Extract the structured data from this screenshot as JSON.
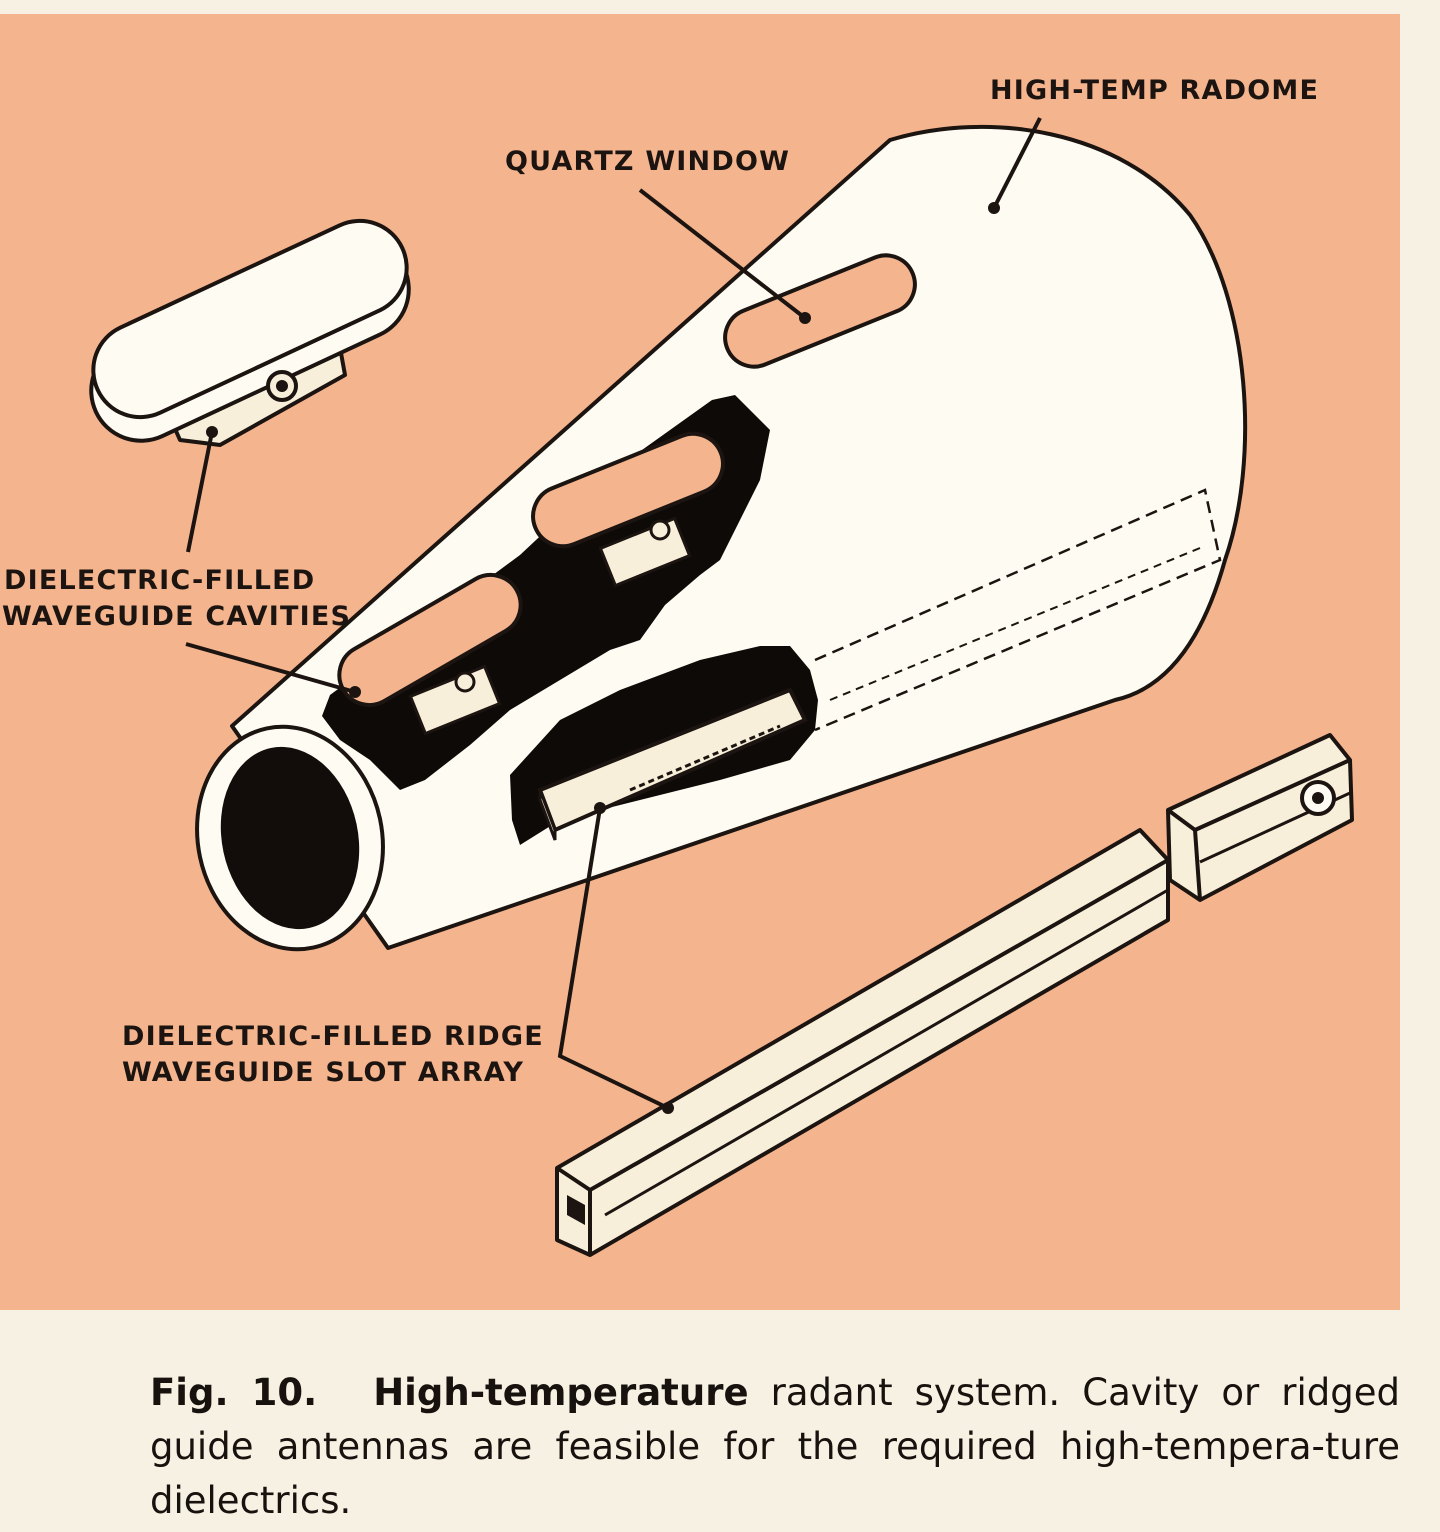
{
  "labels": {
    "radome": "HIGH-TEMP RADOME",
    "quartz_window": "QUARTZ WINDOW",
    "cavities_line1": "DIELECTRIC-FILLED",
    "cavities_line2": "WAVEGUIDE CAVITIES",
    "slot_array_line1": "DIELECTRIC-FILLED RIDGE",
    "slot_array_line2": "WAVEGUIDE SLOT ARRAY"
  },
  "caption": {
    "fig_number": "Fig. 10.",
    "bold_lead": "High-temperature",
    "text": " radant system. Cavity or ridged guide antennas are feasible for the required high-tempera-ture dielectrics."
  },
  "colors": {
    "panel": "#f4b48e",
    "paper": "#f7f1e4",
    "radome_fill": "#fdfbf2",
    "ink": "#1c1410",
    "component_fill": "#f7efd9"
  }
}
